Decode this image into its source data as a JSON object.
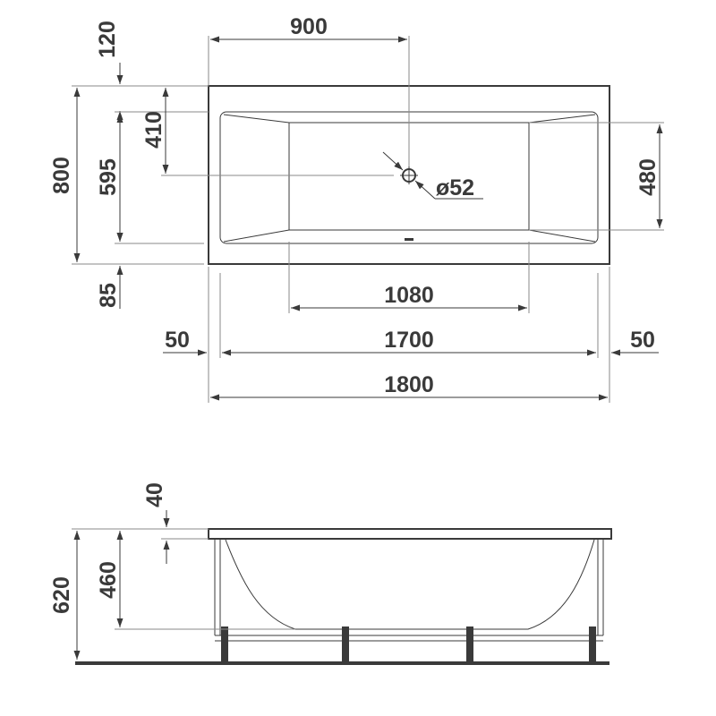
{
  "top_view": {
    "width_to_drain": "900",
    "top_margin": "120",
    "overall_depth": "800",
    "inner_depth": "595",
    "drain_offset": "410",
    "inner_bottom_depth": "480",
    "drain_diameter": "ø52",
    "bottom_margin": "85",
    "inner_bottom_length": "1080",
    "left_rim": "50",
    "inner_length": "1700",
    "right_rim": "50",
    "overall_length": "1800"
  },
  "side_view": {
    "rim_thickness": "40",
    "basin_depth": "460",
    "overall_height": "620"
  }
}
